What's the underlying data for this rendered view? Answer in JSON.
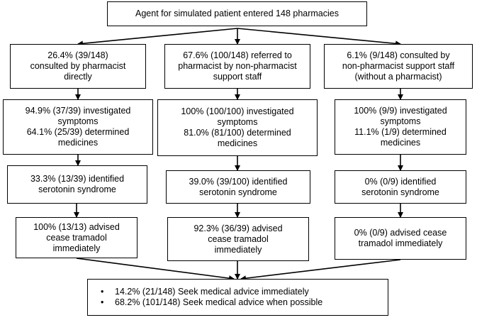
{
  "top": {
    "text": "Agent for simulated patient entered 148 pharmacies"
  },
  "columns": [
    {
      "entry": [
        "26.4% (39/148)",
        "consulted by pharmacist",
        "directly"
      ],
      "assess": [
        "94.9% (37/39) investigated",
        "symptoms",
        "64.1% (25/39) determined",
        "medicines"
      ],
      "identify": [
        "33.3% (13/39) identified",
        "serotonin syndrome"
      ],
      "advise": [
        "100% (13/13) advised",
        "cease tramadol",
        "immediately"
      ]
    },
    {
      "entry": [
        "67.6% (100/148) referred to",
        "pharmacist by non-pharmacist",
        "support staff"
      ],
      "assess": [
        "100% (100/100) investigated",
        "symptoms",
        "81.0% (81/100) determined",
        "medicines"
      ],
      "identify": [
        "39.0% (39/100) identified",
        "serotonin syndrome"
      ],
      "advise": [
        "92.3% (36/39) advised",
        "cease tramadol",
        "immediately"
      ]
    },
    {
      "entry": [
        "6.1% (9/148) consulted by",
        "non-pharmacist support staff",
        "(without a pharmacist)"
      ],
      "assess": [
        "100% (9/9) investigated",
        "symptoms",
        "11.1% (1/9) determined",
        "medicines"
      ],
      "identify": [
        "0% (0/9) identified",
        "serotonin syndrome"
      ],
      "advise": [
        "0% (0/9) advised cease",
        "tramadol immediately"
      ]
    }
  ],
  "outcome": {
    "bullet": "•",
    "items": [
      "14.2% (21/148) Seek medical advice immediately",
      "68.2% (101/148) Seek medical advice when possible"
    ]
  }
}
